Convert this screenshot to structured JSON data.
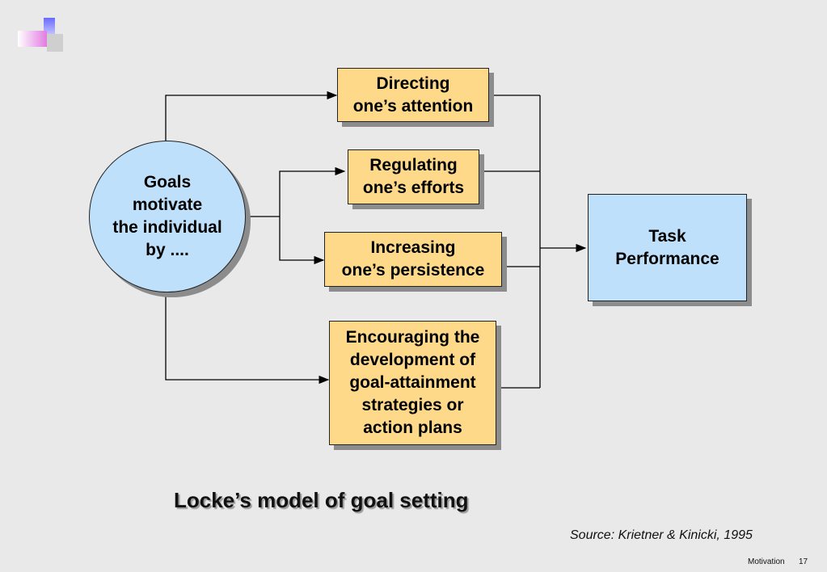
{
  "diagram": {
    "center": "Goals\nmotivate\nthe individual\nby ....",
    "mechanisms": [
      "Directing\none’s attention",
      "Regulating\none’s efforts",
      "Increasing\none’s persistence",
      "Encouraging the\ndevelopment of\ngoal-attainment\nstrategies or\naction plans"
    ],
    "outcome": "Task\nPerformance"
  },
  "title": "Locke’s model of goal setting",
  "source": "Source: Krietner & Kinicki, 1995",
  "footer": {
    "label": "Motivation",
    "page": "17"
  },
  "colors": {
    "box_fill": "#ffd98a",
    "circle_fill": "#bfe0fb",
    "background": "#e9e9e9"
  }
}
